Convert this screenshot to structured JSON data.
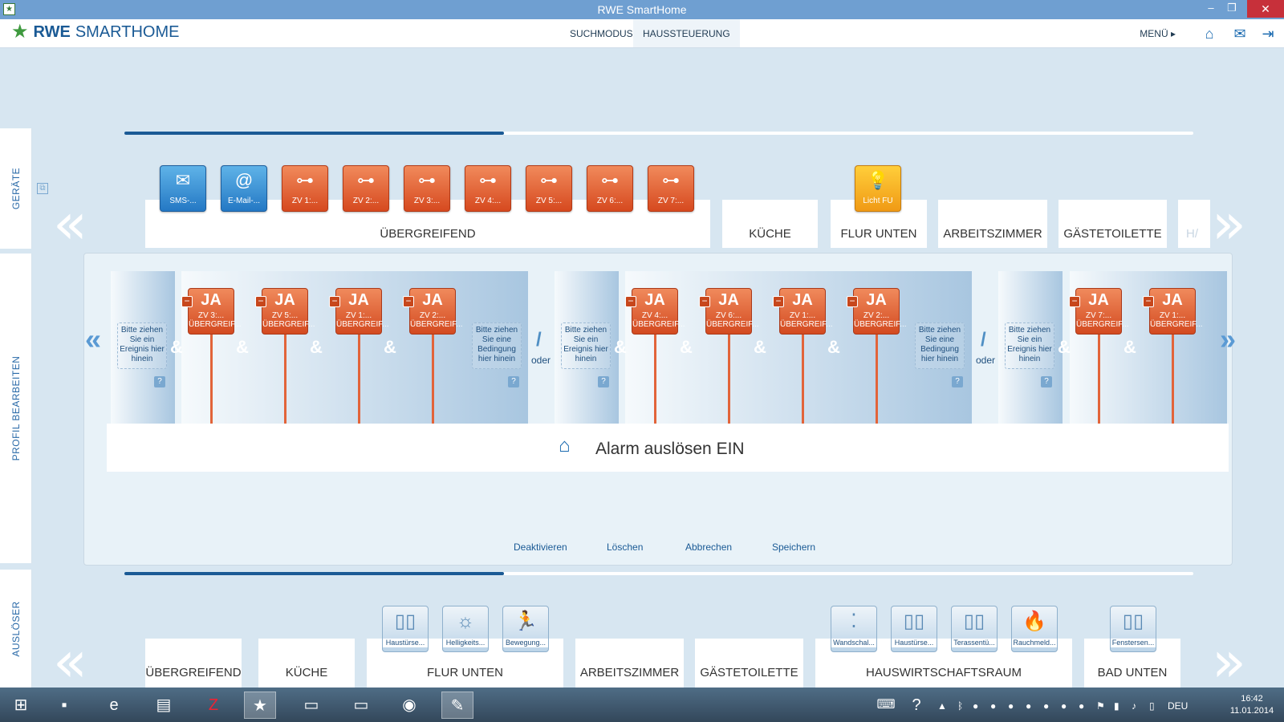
{
  "window": {
    "title": "RWE SmartHome",
    "minimize": "–",
    "restore": "❐",
    "close": "✕"
  },
  "header": {
    "brand_bold": "RWE",
    "brand_light": "SMARTHOME",
    "tabs": [
      {
        "label": "SUCHMODUS"
      },
      {
        "label": "HAUSSTEUERUNG"
      }
    ],
    "menu_label": "MENÜ ▸"
  },
  "side": {
    "devices_label": "GERÄTE",
    "profile_label": "PROFIL BEARBEITEN",
    "trigger_label": "AUSLÖSER"
  },
  "progress": {
    "top_fraction": 0.355,
    "bottom_fraction": 0.355
  },
  "devices": {
    "tiles": [
      {
        "caption": "SMS-...",
        "glyph": "✉",
        "color": "blue",
        "icon": "sms-icon"
      },
      {
        "caption": "E-Mail-...",
        "glyph": "@",
        "color": "blue",
        "icon": "email-icon"
      },
      {
        "caption": "ZV 1:...",
        "glyph": "⊶",
        "color": "orange",
        "icon": "virtual-state-icon"
      },
      {
        "caption": "ZV 2:...",
        "glyph": "⊶",
        "color": "orange",
        "icon": "virtual-state-icon"
      },
      {
        "caption": "ZV 3:...",
        "glyph": "⊶",
        "color": "orange",
        "icon": "virtual-state-icon"
      },
      {
        "caption": "ZV 4:...",
        "glyph": "⊶",
        "color": "orange",
        "icon": "virtual-state-icon"
      },
      {
        "caption": "ZV 5:...",
        "glyph": "⊶",
        "color": "orange",
        "icon": "virtual-state-icon"
      },
      {
        "caption": "ZV 6:...",
        "glyph": "⊶",
        "color": "orange",
        "icon": "virtual-state-icon"
      },
      {
        "caption": "ZV 7:...",
        "glyph": "⊶",
        "color": "orange",
        "icon": "virtual-state-icon"
      }
    ],
    "light_tile": {
      "caption": "Licht FU",
      "glyph": "💡",
      "icon": "light-bulb-icon"
    },
    "rooms": [
      "ÜBERGREIFEND",
      "KÜCHE",
      "FLUR UNTEN",
      "ARBEITSZIMMER",
      "GÄSTETOILETTE",
      "H/"
    ]
  },
  "profile": {
    "drop_event": "Bitte ziehen Sie ein Ereignis hier hinein",
    "drop_condition": "Bitte ziehen Sie eine Bedingung hier hinein",
    "and_symbol": "&",
    "or_label": "oder",
    "or_symbol": "/",
    "help_symbol": "?",
    "remove_symbol": "−",
    "ja_label": "JA",
    "groups": [
      {
        "conditions": [
          {
            "line1": "ZV 3:...",
            "line2": "ÜBERGREIF..."
          },
          {
            "line1": "ZV 5:...",
            "line2": "ÜBERGREIF..."
          },
          {
            "line1": "ZV 1:...",
            "line2": "ÜBERGREIF..."
          },
          {
            "line1": "ZV 2:...",
            "line2": "ÜBERGREIF..."
          }
        ]
      },
      {
        "conditions": [
          {
            "line1": "ZV 4:...",
            "line2": "ÜBERGREIF..."
          },
          {
            "line1": "ZV 6:...",
            "line2": "ÜBERGREIF..."
          },
          {
            "line1": "ZV 1:...",
            "line2": "ÜBERGREIF..."
          },
          {
            "line1": "ZV 2:...",
            "line2": "ÜBERGREIF..."
          }
        ]
      },
      {
        "conditions": [
          {
            "line1": "ZV 7:...",
            "line2": "ÜBERGREIF..."
          },
          {
            "line1": "ZV 1:...",
            "line2": "ÜBERGREIF..."
          }
        ]
      }
    ],
    "action_title": "Alarm auslösen EIN",
    "buttons": {
      "deactivate": "Deaktivieren",
      "delete": "Löschen",
      "cancel": "Abbrechen",
      "save": "Speichern"
    }
  },
  "triggers": {
    "tiles": [
      {
        "caption": "Haustürse...",
        "glyph": "▯▯",
        "icon": "door-sensor-icon"
      },
      {
        "caption": "Helligkeits...",
        "glyph": "☼",
        "icon": "brightness-sensor-icon"
      },
      {
        "caption": "Bewegung...",
        "glyph": "🏃",
        "icon": "motion-sensor-icon"
      },
      {
        "caption": "Wandschal...",
        "glyph": "⁚",
        "icon": "wall-switch-icon"
      },
      {
        "caption": "Haustürse...",
        "glyph": "▯▯",
        "icon": "door-sensor-icon"
      },
      {
        "caption": "Terassentü...",
        "glyph": "▯▯",
        "icon": "door-sensor-icon"
      },
      {
        "caption": "Rauchmeld...",
        "glyph": "🔥",
        "icon": "smoke-detector-icon"
      },
      {
        "caption": "Fenstersen...",
        "glyph": "▯▯",
        "icon": "window-sensor-icon"
      }
    ],
    "rooms": [
      "ÜBERGREIFEND",
      "KÜCHE",
      "FLUR UNTEN",
      "ARBEITSZIMMER",
      "GÄSTETOILETTE",
      "HAUSWIRTSCHAFTSRAUM",
      "BAD UNTEN"
    ]
  },
  "taskbar": {
    "language": "DEU",
    "time": "16:42",
    "date": "11.01.2014"
  }
}
